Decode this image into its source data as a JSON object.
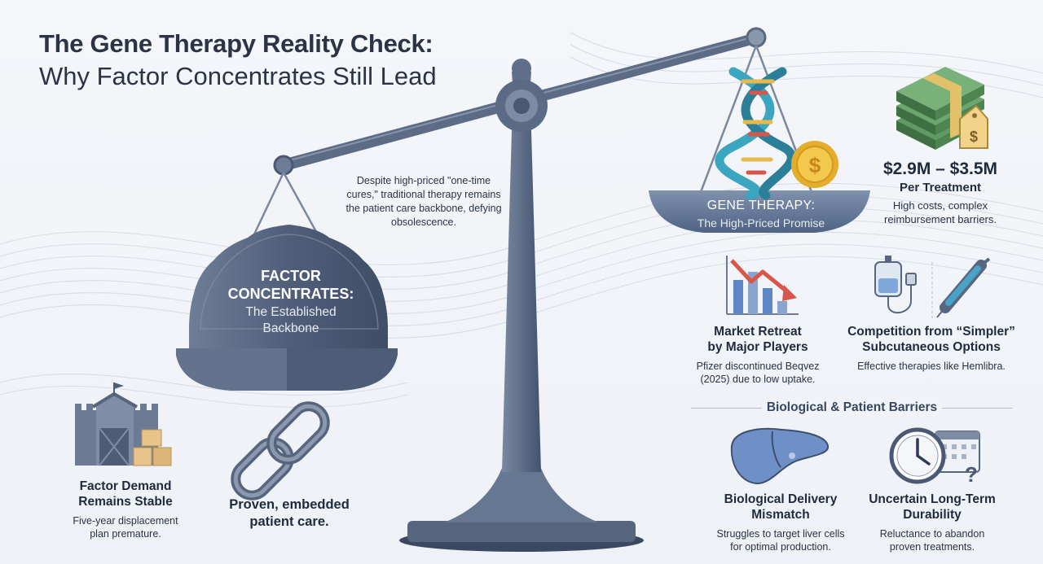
{
  "title": {
    "line1": "The Gene Therapy Reality Check:",
    "line2": "Why Factor Concentrates Still Lead"
  },
  "caption": "Despite high-priced \"one-time cures,\" traditional therapy remains the patient care backbone, defying obsolescence.",
  "factor_pan": {
    "heading1": "FACTOR",
    "heading2": "CONCENTRATES:",
    "sub1": "The Established",
    "sub2": "Backbone"
  },
  "gene_pan": {
    "heading": "GENE THERAPY:",
    "sub": "The High-Priced Promise"
  },
  "price": {
    "amount": "$2.9M – $3.5M",
    "per": "Per Treatment",
    "desc1": "High costs, complex",
    "desc2": "reimbursement barriers."
  },
  "market_retreat": {
    "h1": "Market Retreat",
    "h2": "by Major Players",
    "d1": "Pfizer discontinued Beqvez",
    "d2": "(2025) due to low uptake."
  },
  "competition": {
    "h1": "Competition from “Simpler”",
    "h2": "Subcutaneous Options",
    "d1": "Effective therapies like Hemlibra."
  },
  "barriers_heading": "Biological & Patient Barriers",
  "bio_delivery": {
    "h1": "Biological Delivery",
    "h2": "Mismatch",
    "d1": "Struggles to target liver cells",
    "d2": "for optimal production."
  },
  "durability": {
    "h1": "Uncertain Long-Term",
    "h2": "Durability",
    "d1": "Reluctance to abandon",
    "d2": "proven treatments."
  },
  "factor_demand": {
    "h1": "Factor Demand",
    "h2": "Remains Stable",
    "d1": "Five-year displacement",
    "d2": "plan premature."
  },
  "proven": {
    "h1": "Proven, embedded",
    "h2": "patient care."
  },
  "icons": {
    "dollar_coin": "$",
    "price_tag": "$",
    "question": "?"
  },
  "colors": {
    "scale_steel": "#5f6f89",
    "scale_dark": "#44536d",
    "dna_teal": "#3aa6c0",
    "dna_gold": "#e7b84a",
    "money_green": "#4f8a52",
    "accent_red": "#d8574b",
    "text_dark": "#1f2a3c"
  }
}
